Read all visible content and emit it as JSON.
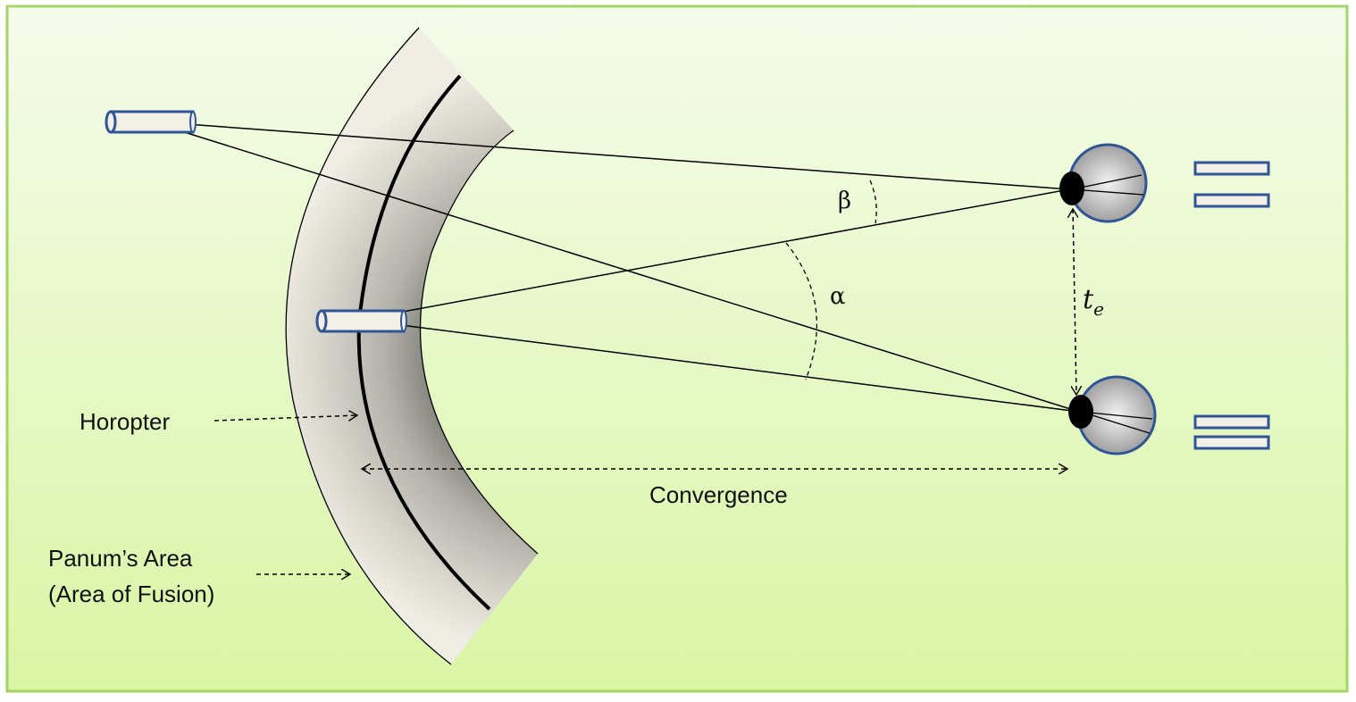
{
  "labels": {
    "horopter": "Horopter",
    "panum_line1": "Panum’s Area",
    "panum_line2": "(Area of Fusion)",
    "convergence": "Convergence",
    "beta": "β",
    "alpha": "α",
    "te_main": "t",
    "te_sub": "e"
  },
  "colors": {
    "background_top": "#f4fbe8",
    "background_bottom": "#d8f5a2",
    "border": "#9acd50",
    "band_light": "#ebe8dd",
    "band_dark": "#8e8e88",
    "rod_fill": "#f1efe6",
    "rod_stroke": "#2f5597",
    "eye_stroke": "#2f5597",
    "line": "#000000"
  },
  "icons": {
    "near_object": "cylinder-rod-icon",
    "far_object": "cylinder-rod-icon",
    "eye": "eyeball-icon",
    "display": "double-bar-icon"
  }
}
